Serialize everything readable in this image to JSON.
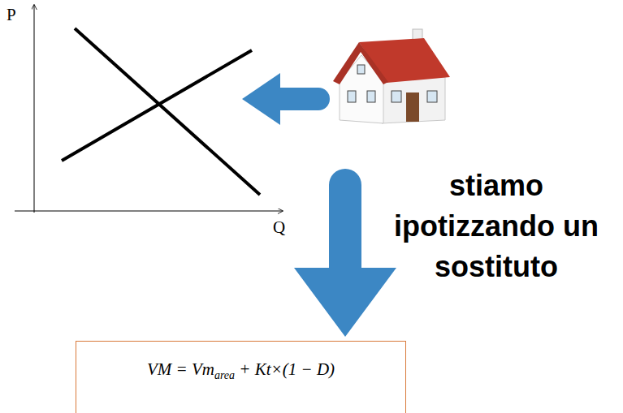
{
  "diagram": {
    "nodes": [
      {
        "text": [
          "VM = Vmarea + Kt×(1 − D)"
        ]
      }
    ],
    "labels": [
      "P",
      "Q",
      "stiamo ipotizzando un sostituto"
    ]
  }
}
